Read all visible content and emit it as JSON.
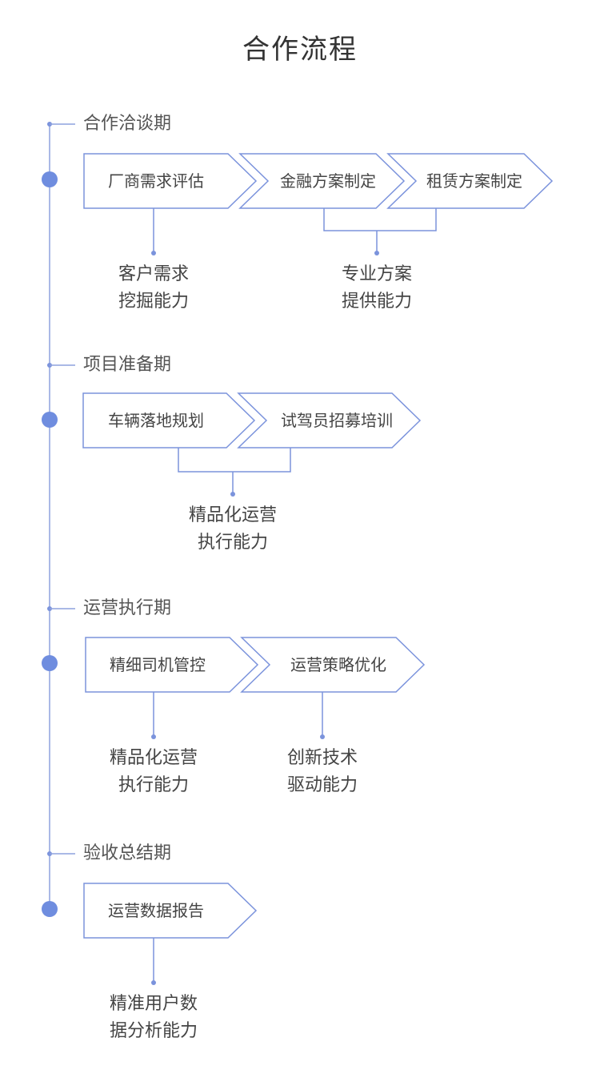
{
  "title": "合作流程",
  "accent_color": "#7b93dc",
  "node_color": "#6f8ddf",
  "stages": [
    {
      "label": "合作洽谈期",
      "steps": [
        "厂商需求评估",
        "金融方案制定",
        "租赁方案制定"
      ],
      "capabilities": [
        {
          "line1": "客户需求",
          "line2": "挖掘能力"
        },
        {
          "line1": "专业方案",
          "line2": "提供能力"
        }
      ]
    },
    {
      "label": "项目准备期",
      "steps": [
        "车辆落地规划",
        "试驾员招募培训"
      ],
      "capabilities": [
        {
          "line1": "精品化运营",
          "line2": "执行能力"
        }
      ]
    },
    {
      "label": "运营执行期",
      "steps": [
        "精细司机管控",
        "运营策略优化"
      ],
      "capabilities": [
        {
          "line1": "精品化运营",
          "line2": "执行能力"
        },
        {
          "line1": "创新技术",
          "line2": "驱动能力"
        }
      ]
    },
    {
      "label": "验收总结期",
      "steps": [
        "运营数据报告"
      ],
      "capabilities": [
        {
          "line1": "精准用户数",
          "line2": "据分析能力"
        }
      ]
    }
  ]
}
